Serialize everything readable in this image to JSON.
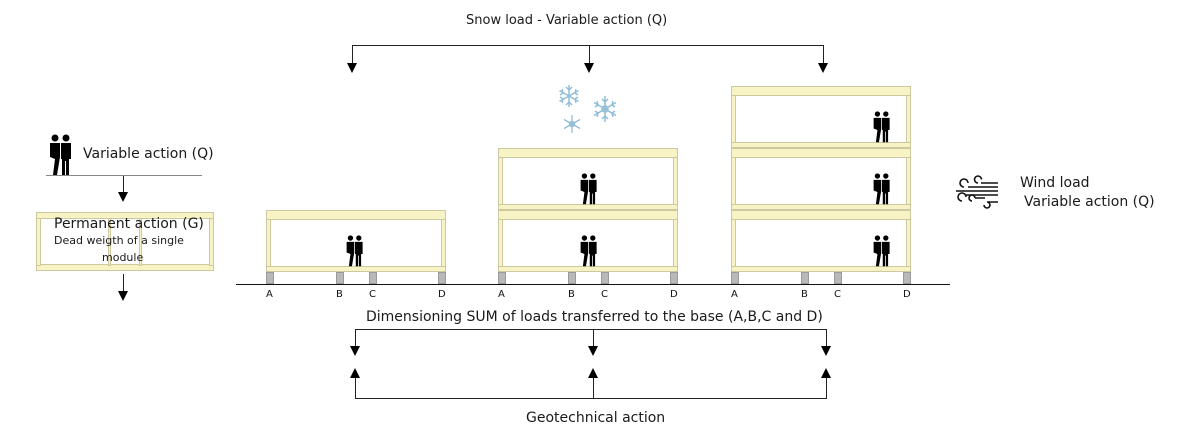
{
  "snow": {
    "label": "Snow load - Variable action (Q)",
    "icon": "snowflake-icon",
    "color": "#8fbcd6"
  },
  "legend": {
    "variable_action": "Variable action (Q)",
    "permanent_action_title": "Permanent action (G)",
    "permanent_action_sub1": "Dead weigth of a single",
    "permanent_action_sub2": "module"
  },
  "wind": {
    "label": "Wind load",
    "sublabel": "Variable action (Q)",
    "icon": "wind-icon"
  },
  "bottom": {
    "sum_label": "Dimensioning SUM of loads transferred to the base (A,B,C and D)",
    "geotech_label": "Geotechnical action"
  },
  "supports": [
    "A",
    "B",
    "C",
    "D"
  ],
  "buildings": [
    {
      "name": "one-storey",
      "storeys": 1
    },
    {
      "name": "two-storey",
      "storeys": 2
    },
    {
      "name": "three-storey",
      "storeys": 3
    }
  ],
  "colors": {
    "frame": "#f7f3c4",
    "frame_edge": "#ccc8a0",
    "foundation": "#b9b9b9"
  }
}
